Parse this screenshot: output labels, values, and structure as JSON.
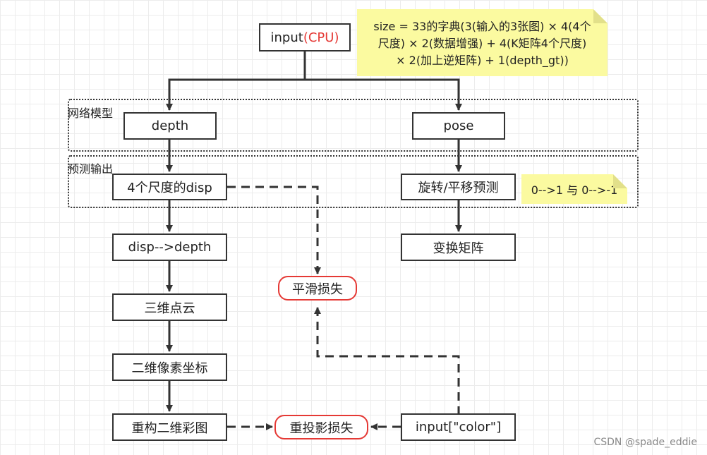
{
  "input_node": {
    "label": "input",
    "accent": "(CPU)"
  },
  "groups": {
    "network_label": "网络模型",
    "prediction_label": "预测输出"
  },
  "nodes": {
    "depth": "depth",
    "pose": "pose",
    "multi_scale_disp": "4个尺度的disp",
    "rotation_translation": "旋转/平移预测",
    "disp_to_depth": "disp-->depth",
    "transform_matrix": "变换矩阵",
    "point_cloud": "三维点云",
    "pixel_coords_2d": "二维像素坐标",
    "reconstruct_color": "重构二维彩图",
    "input_color": "input[\"color\"]"
  },
  "losses": {
    "smooth": "平滑损失",
    "reprojection": "重投影损失"
  },
  "notes": {
    "size_lines": [
      "size = 33的字典(3(输入的3张图) × 4(4个",
      "尺度) × 2(数据增强) + 4(K矩阵4个尺度)",
      "× 2(加上逆矩阵) + 1(depth_gt))"
    ],
    "frame_range": "0-->1 与 0-->-1"
  },
  "watermark": "CSDN @spade_eddie",
  "colors": {
    "accent_red": "#e53935",
    "note_yellow": "#fbfaa0",
    "line": "#333333"
  }
}
